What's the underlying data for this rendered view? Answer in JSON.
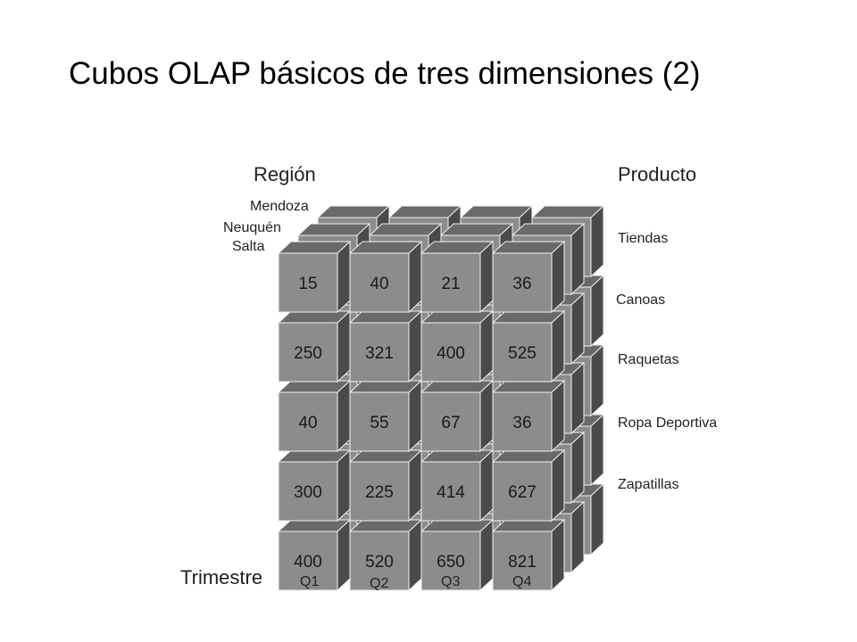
{
  "title": "Cubos OLAP básicos de tres dimensiones (2)",
  "cube": {
    "region_label": "Región",
    "product_label": "Producto",
    "quarter_label": "Trimestre",
    "regions": [
      "Mendoza",
      "Neuquén",
      "Salta"
    ],
    "products": [
      "Tiendas",
      "Canoas",
      "Raquetas",
      "Ropa Deportiva",
      "Zapatillas"
    ],
    "quarters": [
      "Q1",
      "Q2",
      "Q3",
      "Q4"
    ],
    "front_values": [
      [
        "15",
        "40",
        "21",
        "36"
      ],
      [
        "250",
        "321",
        "400",
        "525"
      ],
      [
        "40",
        "55",
        "67",
        "36"
      ],
      [
        "300",
        "225",
        "414",
        "627"
      ],
      [
        "400",
        "520",
        "650",
        "821"
      ]
    ],
    "colors": {
      "front": "#8c8c8c",
      "top": "#6a6a6a",
      "side": "#4a4a4a",
      "edge": "#f2f2f2"
    }
  }
}
